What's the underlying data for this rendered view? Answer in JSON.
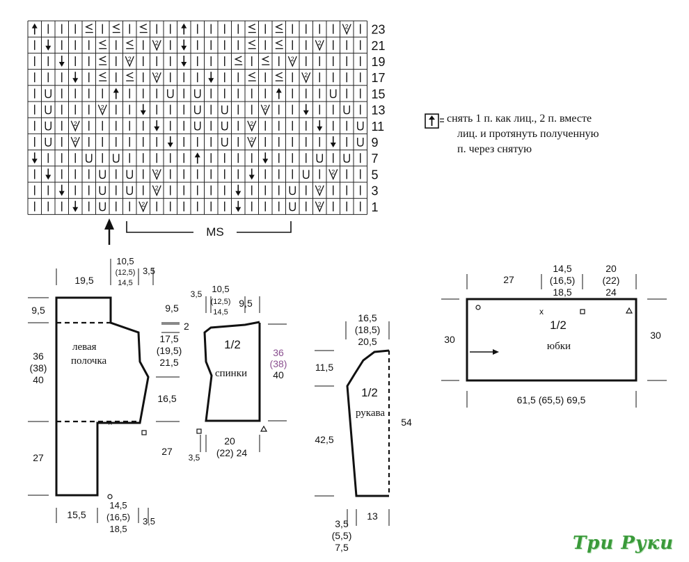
{
  "chart": {
    "row_numbers": [
      "23",
      "21",
      "19",
      "17",
      "15",
      "13",
      "11",
      "9",
      "7",
      "5",
      "3",
      "1"
    ],
    "ms_label": "MS",
    "rows": [
      "A|||<|<|<||A||||<|<||||2",
      "|v|||<|<|2|v||||<|<||2|",
      "||v||<|2|||v|||<|<|2||",
      "|||v|<|<|2|||v||<|<|2||",
      "|U||||A|||U|U|||||A|||U|",
      "|U|||2||v|||U|U||2||v||U|",
      "|U|2|||||v||U|U|2||||v||U|",
      "|U|2||||||v|||U|2|||||v|U|",
      "v|||U|U|||||A||||v|||U|U|2",
      "|v|||U|U|2||||||v|||U|2|",
      "||v||U|U|2|||||v|||U|2||",
      "|||v|U||2||||||v|||U|2|||"
    ]
  },
  "legend": {
    "lines": [
      "снять 1 п. как лиц., 2 п. вместе",
      "лиц. и протянуть полученную",
      "п. через снятую"
    ],
    "symbol_icon": "up-arrow-box-icon"
  },
  "front": {
    "label_line1": "левая",
    "label_line2": "полочка",
    "top_w1": "19,5",
    "top_w2_a": "10,5",
    "top_w2_b": "(12,5)",
    "top_w2_c": "14,5",
    "top_w3": "3,5",
    "left_h1": "9,5",
    "left_h2_a": "36",
    "left_h2_b": "(38)",
    "left_h2_c": "40",
    "left_h3": "27",
    "mid_a": "2",
    "mid_b_a": "17,5",
    "mid_b_b": "(19,5)",
    "mid_b_c": "21,5",
    "mid_c": "16,5",
    "mid_d": "27",
    "bottom_a": "15,5",
    "bottom_b_a": "14,5",
    "bottom_b_b": "(16,5)",
    "bottom_b_c": "18,5",
    "bottom_c": "3,5"
  },
  "back": {
    "label_line1": "1/2",
    "label_line2": "спинки",
    "top_a": "3,5",
    "top_b_a": "10,5",
    "top_b_b": "(12,5)",
    "top_b_c": "14,5",
    "top_c": "9,5",
    "left_a": "9,5",
    "right_a": "36",
    "right_b": "(38)",
    "right_c": "40",
    "bottom_a": "3,5",
    "bottom_b": "20",
    "bottom_c": "(22) 24"
  },
  "sleeve": {
    "label_line1": "1/2",
    "label_line2": "рукава",
    "top_a": "16,5",
    "top_b": "(18,5)",
    "top_c": "20,5",
    "left_a": "11,5",
    "left_b": "42,5",
    "right_a": "54",
    "bottom_a": "3,5",
    "bottom_b": "(5,5)",
    "bottom_c": "7,5",
    "bottom_d": "13"
  },
  "skirt": {
    "label_line1": "1/2",
    "label_line2": "юбки",
    "top_a": "27",
    "top_b_a": "14,5",
    "top_b_b": "(16,5)",
    "top_b_c": "18,5",
    "top_c_a": "20",
    "top_c_b": "(22)",
    "top_c_c": "24",
    "left": "30",
    "right": "30",
    "bottom": "61,5 (65,5) 69,5",
    "x_mark": "x"
  },
  "watermark": "Три Руки"
}
